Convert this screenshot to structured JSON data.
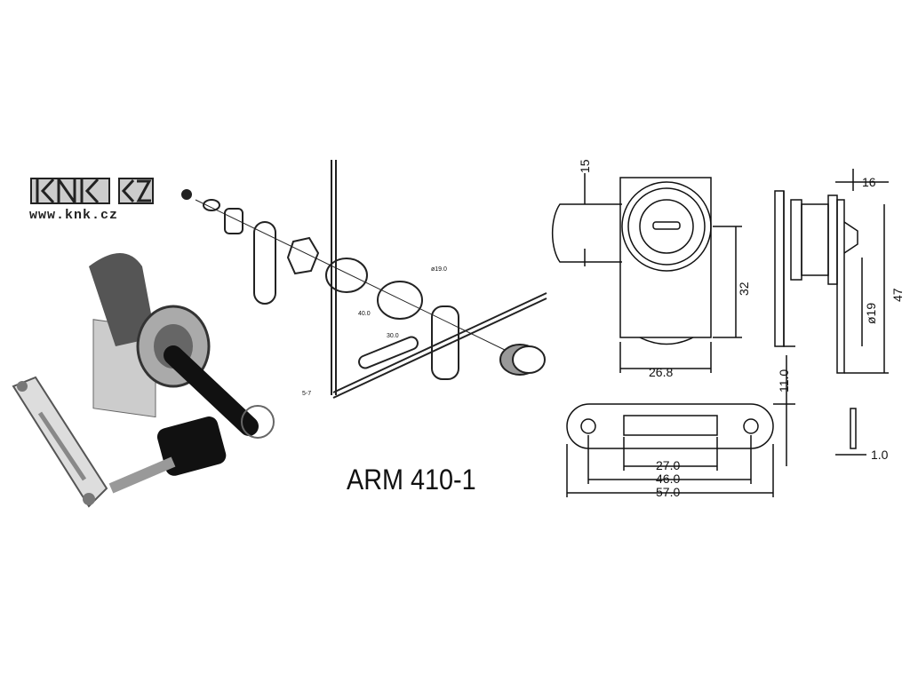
{
  "brand": {
    "logo_text": "KNK CZ",
    "url": "www.knk.cz"
  },
  "model": "ARM 410-1",
  "exploded_view": {
    "labels": {
      "hole_diameter": "ø19.0",
      "dim_a": "40.0",
      "dim_b": "30.0",
      "thickness": "5-7"
    }
  },
  "dimensions": {
    "front": {
      "cam_height": "15",
      "height": "32",
      "width": "26.8"
    },
    "side": {
      "top": "16",
      "diameter": "ø19",
      "overall": "47"
    },
    "plate": {
      "height": "11.0",
      "slot": "27.0",
      "holes": "46.0",
      "length": "57.0",
      "thickness": "1.0"
    }
  }
}
